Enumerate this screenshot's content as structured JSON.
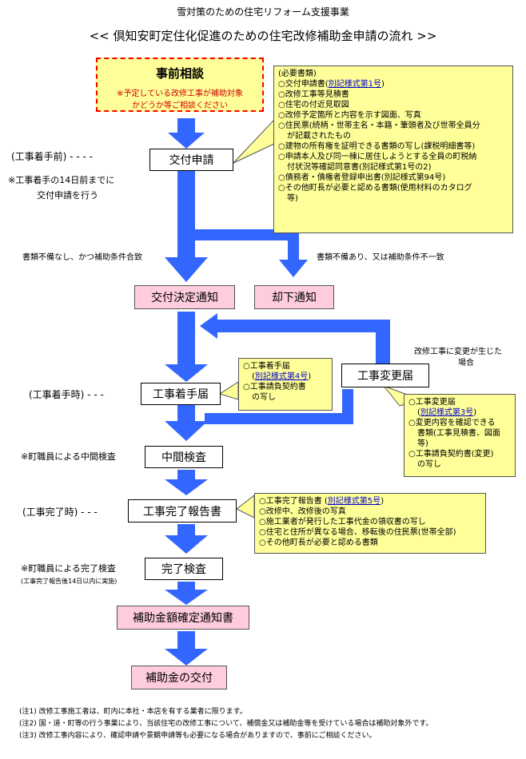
{
  "header": {
    "program_title": "雪対策のための住宅リフォーム支援事業",
    "main_title": "<< 倶知安町定住化促進のための住宅改修補助金申請の流れ >>"
  },
  "pre_consult": {
    "title": "事前相談",
    "note_line1": "※予定している改修工事が補助対象",
    "note_line2": "かどうか等ご相談ください"
  },
  "required_docs": {
    "heading": "(必要書類)",
    "items": [
      {
        "prefix": "○交付申請書(",
        "link": "別記様式第1号",
        "suffix": ")"
      },
      {
        "text": "○改修工事等見積書"
      },
      {
        "text": "○住宅の付近見取図"
      },
      {
        "text": "○改修予定箇所と内容を示す図面、写真"
      },
      {
        "text": "○住民票(続柄・世帯主名・本籍・筆頭者及び世帯全員分"
      },
      {
        "text": "が記載されたもの",
        "indent": true
      },
      {
        "text": "○建物の所有権を証明できる書類の写し(課税明細書等)"
      },
      {
        "text": "○申請本人及び同一棟に居住しようとする全員の町税納"
      },
      {
        "text": "付状況等確認同意書(別記様式第1号の2)",
        "indent": true
      },
      {
        "text": "○債務者・債権者登録申出書(別記様式第94号)"
      },
      {
        "text": "○その他町長が必要と認める書類(使用材料のカタログ"
      },
      {
        "text": "等)",
        "indent": true
      }
    ]
  },
  "steps": {
    "application": "交付申請",
    "decision": "交付決定通知",
    "rejection": "却下通知",
    "start_notice": "工事着手届",
    "change_notice": "工事変更届",
    "interim_inspection": "中間検査",
    "completion_report": "工事完了報告書",
    "completion_inspection": "完了検査",
    "amount_notice": "補助金額確定通知書",
    "grant": "補助金の交付"
  },
  "side_labels": {
    "before_start": "(工事着手前) - - - -",
    "deadline_line1": "※工事着手の14日前までに",
    "deadline_line2": "交付申請を行う",
    "ok_branch": "書類不備なし、かつ補助条件合致",
    "ng_branch": "書類不備あり、又は補助条件不一致",
    "on_start": "(工事着手時) - - -",
    "change_line1": "改修工事に変更が生じた",
    "change_line2": "場合",
    "interim_note": "※町職員による中間検査",
    "on_completion": "(工事完了時) - - -",
    "final_note": "※町職員による完了検査",
    "final_subnote": "(工事完了報告後14日以内に実施)"
  },
  "start_docs": {
    "item1": "○工事着手届",
    "item1_link": "別記様式第4号",
    "item2": "○工事請負契約書",
    "item2b": "の写し"
  },
  "change_docs": {
    "item1": "○工事変更届",
    "item1_link": "別記様式第3号",
    "item2": "○変更内容を確認できる",
    "item2b": "書類(工事見積書、図面",
    "item2c": "等)",
    "item3": "○工事請負契約書(変更)",
    "item3b": "の写し"
  },
  "completion_docs": {
    "item1_prefix": "○工事完了報告書 (",
    "item1_link": "別記様式第5号",
    "item1_suffix": ")",
    "item2": "○改修中、改修後の写真",
    "item3": "○施工業者が発行した工事代金の領収書の写し",
    "item4": "○住宅と住所が異なる場合、移転後の住民票(世帯全部)",
    "item5": "○その他町長が必要と認める書類"
  },
  "footnotes": {
    "note1": "(注1) 改修工事施工者は、町内に本社・本店を有する業者に限ります。",
    "note2": "(注2) 国・道・町等の行う事業により、当該住宅の改修工事について、補償金又は補助金等を受けている場合は補助対象外です。",
    "note3": "(注3) 改修工事内容により、確認申請や景観申請等も必要になる場合がありますので、事前にご相談ください。"
  },
  "colors": {
    "arrow": "#3366ff",
    "note_fill": "#ffff99",
    "pink_fill": "#ffccdd",
    "dashed_border": "#ff0000"
  }
}
